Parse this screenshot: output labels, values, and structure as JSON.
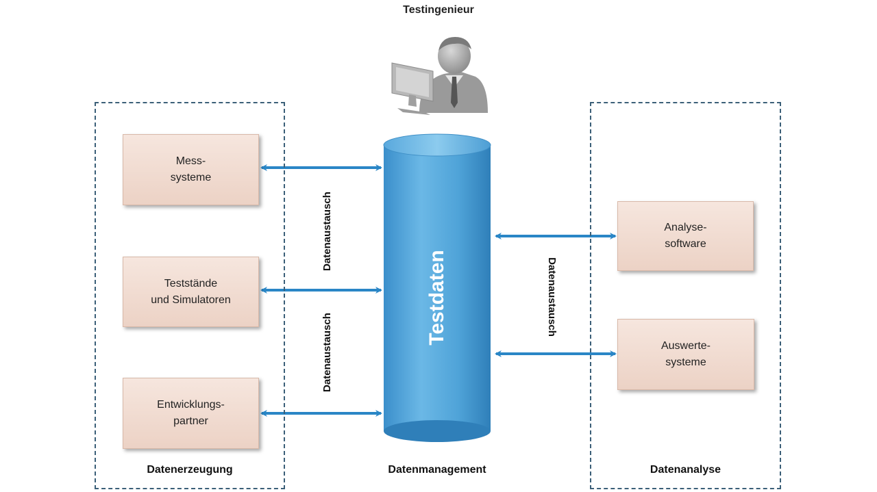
{
  "title": "Testingenieur",
  "groups": {
    "left": "Datenerzeugung",
    "center": "Datenmanagement",
    "right": "Datenanalyse"
  },
  "boxes": {
    "mess": "Mess-\nsysteme",
    "test": "Teststände\nund Simulatoren",
    "entw": "Entwicklungs-\npartner",
    "analyse": "Analyse-\nsoftware",
    "auswerte": "Auswerte-\nsysteme"
  },
  "cylinder": "Testdaten",
  "exchange": {
    "left_upper": "Datenaustausch",
    "left_lower": "Datenaustausch",
    "right": "Datenaustausch"
  },
  "colors": {
    "arrow": "#2a86c6",
    "cylinder": "#4fa3d8",
    "dashed_border": "#3b5f78",
    "box_fill": "#efd9ce"
  },
  "icons": [
    "engineer-at-computer-icon"
  ]
}
